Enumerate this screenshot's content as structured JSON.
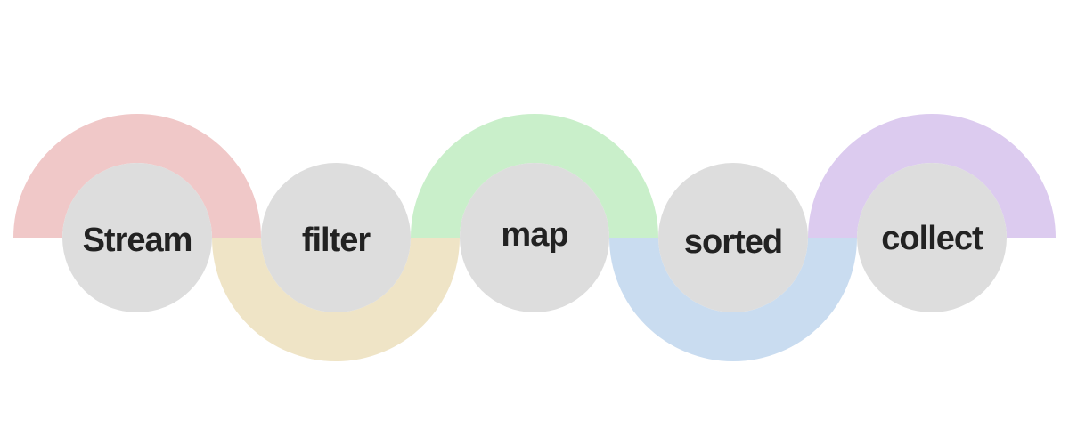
{
  "diagram": {
    "stages": [
      {
        "label": "Stream",
        "arc_color": "#f0c8c8",
        "arc_side": "top"
      },
      {
        "label": "filter",
        "arc_color": "#efe4c6",
        "arc_side": "bottom"
      },
      {
        "label": "map",
        "arc_color": "#c9efca",
        "arc_side": "top"
      },
      {
        "label": "sorted",
        "arc_color": "#c9dcf0",
        "arc_side": "bottom"
      },
      {
        "label": "collect",
        "arc_color": "#dccbef",
        "arc_side": "top"
      }
    ],
    "node_color": "#dddddd",
    "label_color": "#222222"
  }
}
